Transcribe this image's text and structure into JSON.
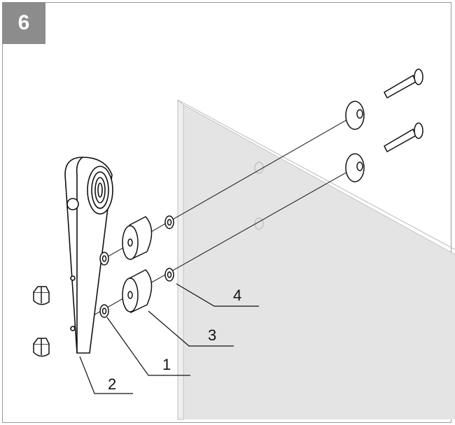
{
  "step": {
    "number": "6"
  },
  "callouts": {
    "c1": "1",
    "c2": "2",
    "c3": "3",
    "c4": "4"
  },
  "colors": {
    "glass_fill": "#e4e4e4",
    "glass_edge": "#bdbdbd",
    "badge": "#8c8c8c",
    "line": "#111111"
  }
}
